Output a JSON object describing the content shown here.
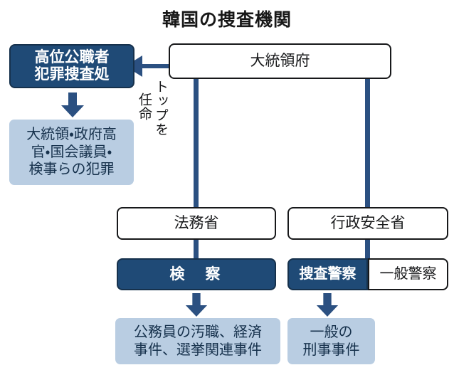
{
  "title": "韓国の捜査機関",
  "colors": {
    "dark_blue": "#1f4a76",
    "light_blue": "#b9cde2",
    "line_blue": "#2b5081",
    "outline": "#17181a",
    "white": "#ffffff"
  },
  "nodes": {
    "presidential_office": {
      "label": "大統領府",
      "style": "outline"
    },
    "cio": {
      "line1": "高位公職者",
      "line2": "犯罪捜査処",
      "style": "solid"
    },
    "cio_scope": {
      "line1": "大統領・政府高",
      "line2": "官・国会議員・",
      "line3": "検事らの犯罪",
      "style": "light"
    },
    "ministry_of_justice": {
      "label": "法務省",
      "style": "outline"
    },
    "ministry_of_interior": {
      "label": "行政安全省",
      "style": "outline"
    },
    "prosecution": {
      "label": "検　察",
      "style": "solid"
    },
    "investigative_police": {
      "label": "捜査警察",
      "style": "solid"
    },
    "general_police": {
      "label": "一般警察",
      "style": "outline"
    },
    "prosecution_scope": {
      "line1": "公務員の汚職、経済",
      "line2": "事件、選挙関連事件",
      "style": "light"
    },
    "police_scope": {
      "line1": "一般の",
      "line2": "刑事事件",
      "style": "light"
    }
  },
  "edge_labels": {
    "appoint_top_right": "トップを",
    "appoint_top_left": "任命"
  }
}
